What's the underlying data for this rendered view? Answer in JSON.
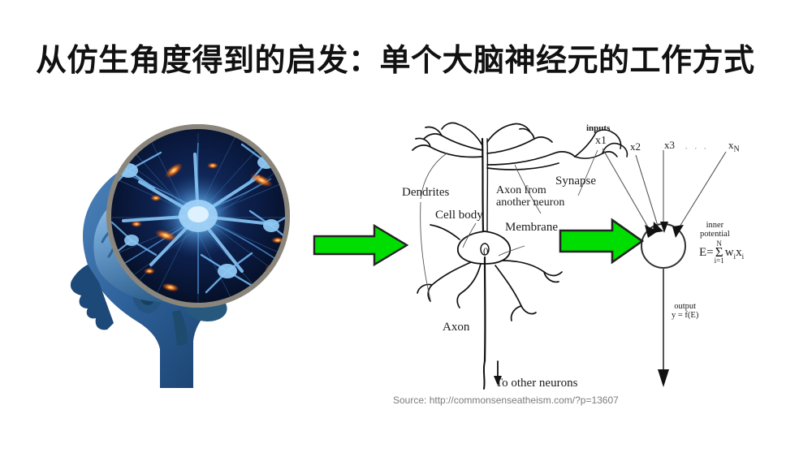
{
  "slide": {
    "title": "从仿生角度得到的启发：单个大脑神经元的工作方式",
    "background_color": "#ffffff"
  },
  "brain_photo": {
    "name": "human-head-brain-with-magnified-neurons",
    "alt": "Blue human head profile showing brain with circular magnified inset of glowing neurons",
    "head_color": "#2a5f95",
    "brain_color": "#5d93c4",
    "inset_background": "#081428",
    "inset_ring_color": "#8a867c",
    "neuron_glow_color": "#ff6a1e",
    "neuron_body_color": "#6fb4ee"
  },
  "arrows": [
    {
      "name": "arrow-brain-to-neuron",
      "fill": "#00dd00",
      "stroke": "#222222",
      "direction": "right"
    },
    {
      "name": "arrow-neuron-to-perceptron",
      "fill": "#00dd00",
      "stroke": "#222222",
      "direction": "right"
    }
  ],
  "biological_neuron": {
    "dendrites": "Dendrites",
    "cell_body": "Cell body",
    "axon_from_another_neuron": "Axon from\nanother neuron",
    "axon_from_line1": "Axon from",
    "axon_from_line2": "another neuron",
    "membrane": "Membrane",
    "synapse": "Synapse",
    "axon": "Axon",
    "to_other_neurons": "To other neurons",
    "soma_marker": "0"
  },
  "artificial_neuron": {
    "inputs_label": "inputs",
    "input_nodes": [
      "x1",
      "x2",
      "x3",
      "x N"
    ],
    "x1": "x1",
    "x2": "x2",
    "x3": "x3",
    "ellipsis": "· · ·",
    "xn_base": "x",
    "xn_sub": "N",
    "inner_potential_line1": "inner",
    "inner_potential_line2": "potential",
    "formula": {
      "lhs": "E=",
      "sigma_top": "N",
      "sigma": "Σ",
      "sigma_bottom": "i=1",
      "terms": "w",
      "terms_sub1": "i",
      "terms_x": "x",
      "terms_sub2": "i",
      "plain": "E = Σ(i=1..N) w_i x_i"
    },
    "output_line1": "output",
    "output_line2": "y = f(E)"
  },
  "source": {
    "text": "Source: http://commonsenseatheism.com/?p=13607",
    "color": "#7b7b7b"
  }
}
